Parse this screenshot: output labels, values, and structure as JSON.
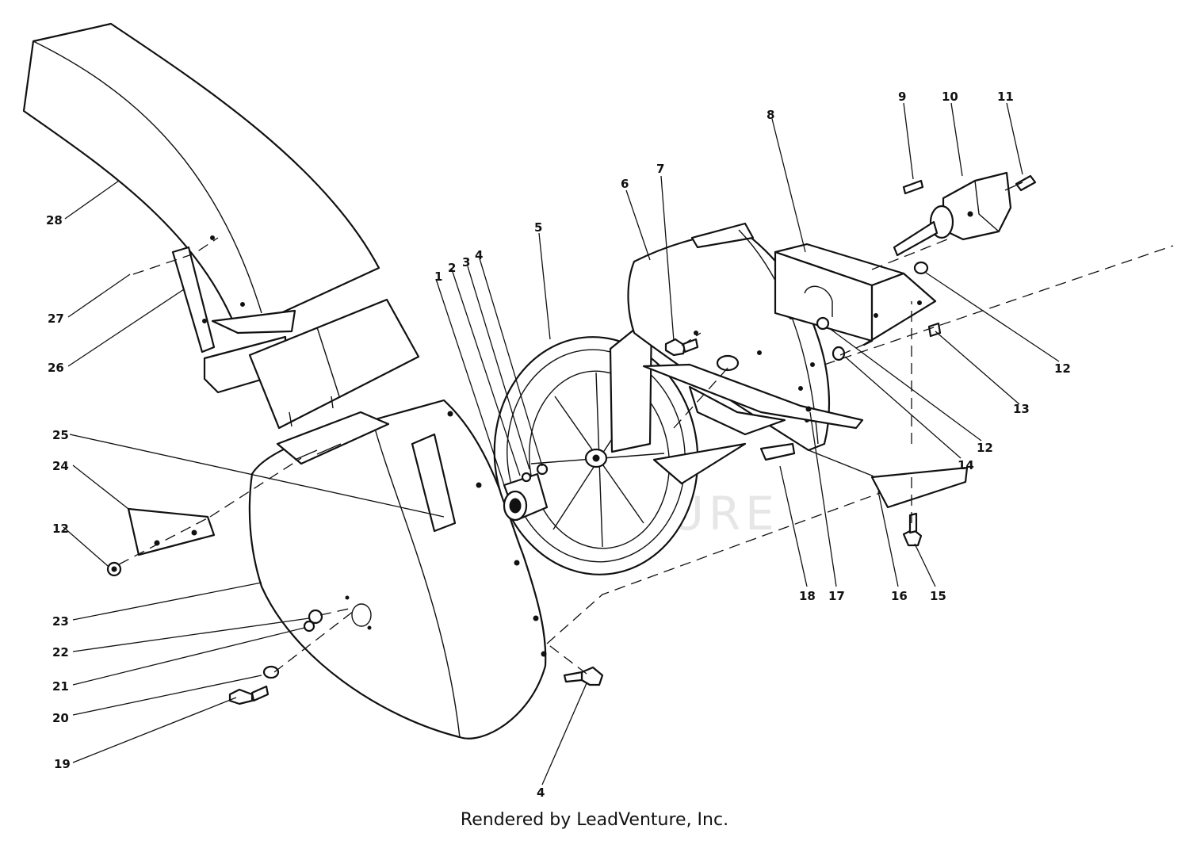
{
  "watermark": "LEADVENTURE",
  "footer": "Rendered by LeadVenture, Inc.",
  "callouts": {
    "c1": "1",
    "c2": "2",
    "c3": "3",
    "c4a": "4",
    "c4b": "4",
    "c5": "5",
    "c6": "6",
    "c7": "7",
    "c8": "8",
    "c9": "9",
    "c10": "10",
    "c11": "11",
    "c12a": "12",
    "c12b": "12",
    "c12c": "12",
    "c13": "13",
    "c14": "14",
    "c15": "15",
    "c16": "16",
    "c17": "17",
    "c18": "18",
    "c19": "19",
    "c20": "20",
    "c21": "21",
    "c22": "22",
    "c23": "23",
    "c24": "24",
    "c25": "25",
    "c26": "26",
    "c27": "27",
    "c28": "28"
  }
}
